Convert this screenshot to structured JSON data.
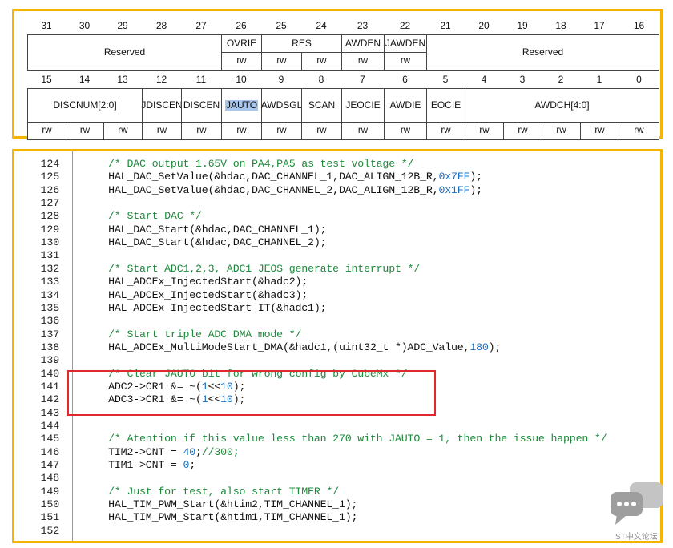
{
  "register": {
    "upper_bits": [
      "31",
      "30",
      "29",
      "28",
      "27",
      "26",
      "25",
      "24",
      "23",
      "22",
      "21",
      "20",
      "19",
      "18",
      "17",
      "16"
    ],
    "lower_bits": [
      "15",
      "14",
      "13",
      "12",
      "11",
      "10",
      "9",
      "8",
      "7",
      "6",
      "5",
      "4",
      "3",
      "2",
      "1",
      "0"
    ],
    "upper_fields": {
      "reserved_left": "Reserved",
      "ovrie": "OVRIE",
      "res": "RES",
      "awden": "AWDEN",
      "jawden": "JAWDEN",
      "reserved_right": "Reserved"
    },
    "lower_fields": {
      "discnum": "DISCNUM[2:0]",
      "jdiscen": "JDISCEN",
      "discen": "DISCEN",
      "jauto": "JAUTO",
      "awdsgl": "AWDSGL",
      "scan": "SCAN",
      "jeocie": "JEOCIE",
      "awdie": "AWDIE",
      "eocie": "EOCIE",
      "awdch": "AWDCH[4:0]"
    },
    "access": "rw"
  },
  "code": {
    "lines": [
      {
        "n": "124",
        "segs": [
          {
            "t": "    ",
            "c": ""
          },
          {
            "t": "/* DAC output 1.65V on PA4,PA5 as test voltage */",
            "c": "cm"
          }
        ]
      },
      {
        "n": "125",
        "segs": [
          {
            "t": "    HAL_DAC_SetValue(&hdac,DAC_CHANNEL_1,DAC_ALIGN_12B_R,",
            "c": ""
          },
          {
            "t": "0x7FF",
            "c": "nm"
          },
          {
            "t": ");",
            "c": ""
          }
        ]
      },
      {
        "n": "126",
        "segs": [
          {
            "t": "    HAL_DAC_SetValue(&hdac,DAC_CHANNEL_2,DAC_ALIGN_12B_R,",
            "c": ""
          },
          {
            "t": "0x1FF",
            "c": "nm"
          },
          {
            "t": ");",
            "c": ""
          }
        ]
      },
      {
        "n": "127",
        "segs": []
      },
      {
        "n": "128",
        "segs": [
          {
            "t": "    ",
            "c": ""
          },
          {
            "t": "/* Start DAC */",
            "c": "cm"
          }
        ]
      },
      {
        "n": "129",
        "segs": [
          {
            "t": "    HAL_DAC_Start(&hdac,DAC_CHANNEL_1);",
            "c": ""
          }
        ]
      },
      {
        "n": "130",
        "segs": [
          {
            "t": "    HAL_DAC_Start(&hdac,DAC_CHANNEL_2);",
            "c": ""
          }
        ]
      },
      {
        "n": "131",
        "segs": []
      },
      {
        "n": "132",
        "segs": [
          {
            "t": "    ",
            "c": ""
          },
          {
            "t": "/* Start ADC1,2,3, ADC1 JEOS generate interrupt */",
            "c": "cm"
          }
        ]
      },
      {
        "n": "133",
        "segs": [
          {
            "t": "    HAL_ADCEx_InjectedStart(&hadc2);",
            "c": ""
          }
        ]
      },
      {
        "n": "134",
        "segs": [
          {
            "t": "    HAL_ADCEx_InjectedStart(&hadc3);",
            "c": ""
          }
        ]
      },
      {
        "n": "135",
        "segs": [
          {
            "t": "    HAL_ADCEx_InjectedStart_IT(&hadc1);",
            "c": ""
          }
        ]
      },
      {
        "n": "136",
        "segs": []
      },
      {
        "n": "137",
        "segs": [
          {
            "t": "    ",
            "c": ""
          },
          {
            "t": "/* Start triple ADC DMA mode */",
            "c": "cm"
          }
        ]
      },
      {
        "n": "138",
        "segs": [
          {
            "t": "    HAL_ADCEx_MultiModeStart_DMA(&hadc1,(uint32_t *)ADC_Value,",
            "c": ""
          },
          {
            "t": "180",
            "c": "nm"
          },
          {
            "t": ");",
            "c": ""
          }
        ]
      },
      {
        "n": "139",
        "segs": []
      },
      {
        "n": "140",
        "segs": [
          {
            "t": "    ",
            "c": ""
          },
          {
            "t": "/* Clear JAUTO bit for wrong config by CubeMx */",
            "c": "cm"
          }
        ]
      },
      {
        "n": "141",
        "segs": [
          {
            "t": "    ADC2->CR1 &= ~(",
            "c": ""
          },
          {
            "t": "1",
            "c": "nm"
          },
          {
            "t": "<<",
            "c": ""
          },
          {
            "t": "10",
            "c": "nm"
          },
          {
            "t": ");",
            "c": ""
          }
        ]
      },
      {
        "n": "142",
        "segs": [
          {
            "t": "    ADC3->CR1 &= ~(",
            "c": ""
          },
          {
            "t": "1",
            "c": "nm"
          },
          {
            "t": "<<",
            "c": ""
          },
          {
            "t": "10",
            "c": "nm"
          },
          {
            "t": ");",
            "c": ""
          }
        ]
      },
      {
        "n": "143",
        "segs": []
      },
      {
        "n": "144",
        "segs": []
      },
      {
        "n": "145",
        "segs": [
          {
            "t": "    ",
            "c": ""
          },
          {
            "t": "/* Atention if this value less than 270 with JAUTO = 1, then the issue happen */",
            "c": "cm"
          }
        ]
      },
      {
        "n": "146",
        "segs": [
          {
            "t": "    TIM2->CNT = ",
            "c": ""
          },
          {
            "t": "40",
            "c": "nm"
          },
          {
            "t": ";",
            "c": ""
          },
          {
            "t": "//300;",
            "c": "cm"
          }
        ]
      },
      {
        "n": "147",
        "segs": [
          {
            "t": "    TIM1->CNT = ",
            "c": ""
          },
          {
            "t": "0",
            "c": "nm"
          },
          {
            "t": ";",
            "c": ""
          }
        ]
      },
      {
        "n": "148",
        "segs": []
      },
      {
        "n": "149",
        "segs": [
          {
            "t": "    ",
            "c": ""
          },
          {
            "t": "/* Just for test, also start TIMER */",
            "c": "cm"
          }
        ]
      },
      {
        "n": "150",
        "segs": [
          {
            "t": "    HAL_TIM_PWM_Start(&htim2,TIM_CHANNEL_1);",
            "c": ""
          }
        ]
      },
      {
        "n": "151",
        "segs": [
          {
            "t": "    HAL_TIM_PWM_Start(&htim1,TIM_CHANNEL_1);",
            "c": ""
          }
        ]
      },
      {
        "n": "152",
        "segs": []
      }
    ]
  },
  "watermark": {
    "icon": "chat-bubble-icon",
    "text": "ST中文论坛"
  },
  "colors": {
    "frame": "#f4b400",
    "highlight": "#a9c7ec",
    "comment": "#1e8a3c",
    "number": "#1a6fbf",
    "red_box": "#e0282f"
  }
}
